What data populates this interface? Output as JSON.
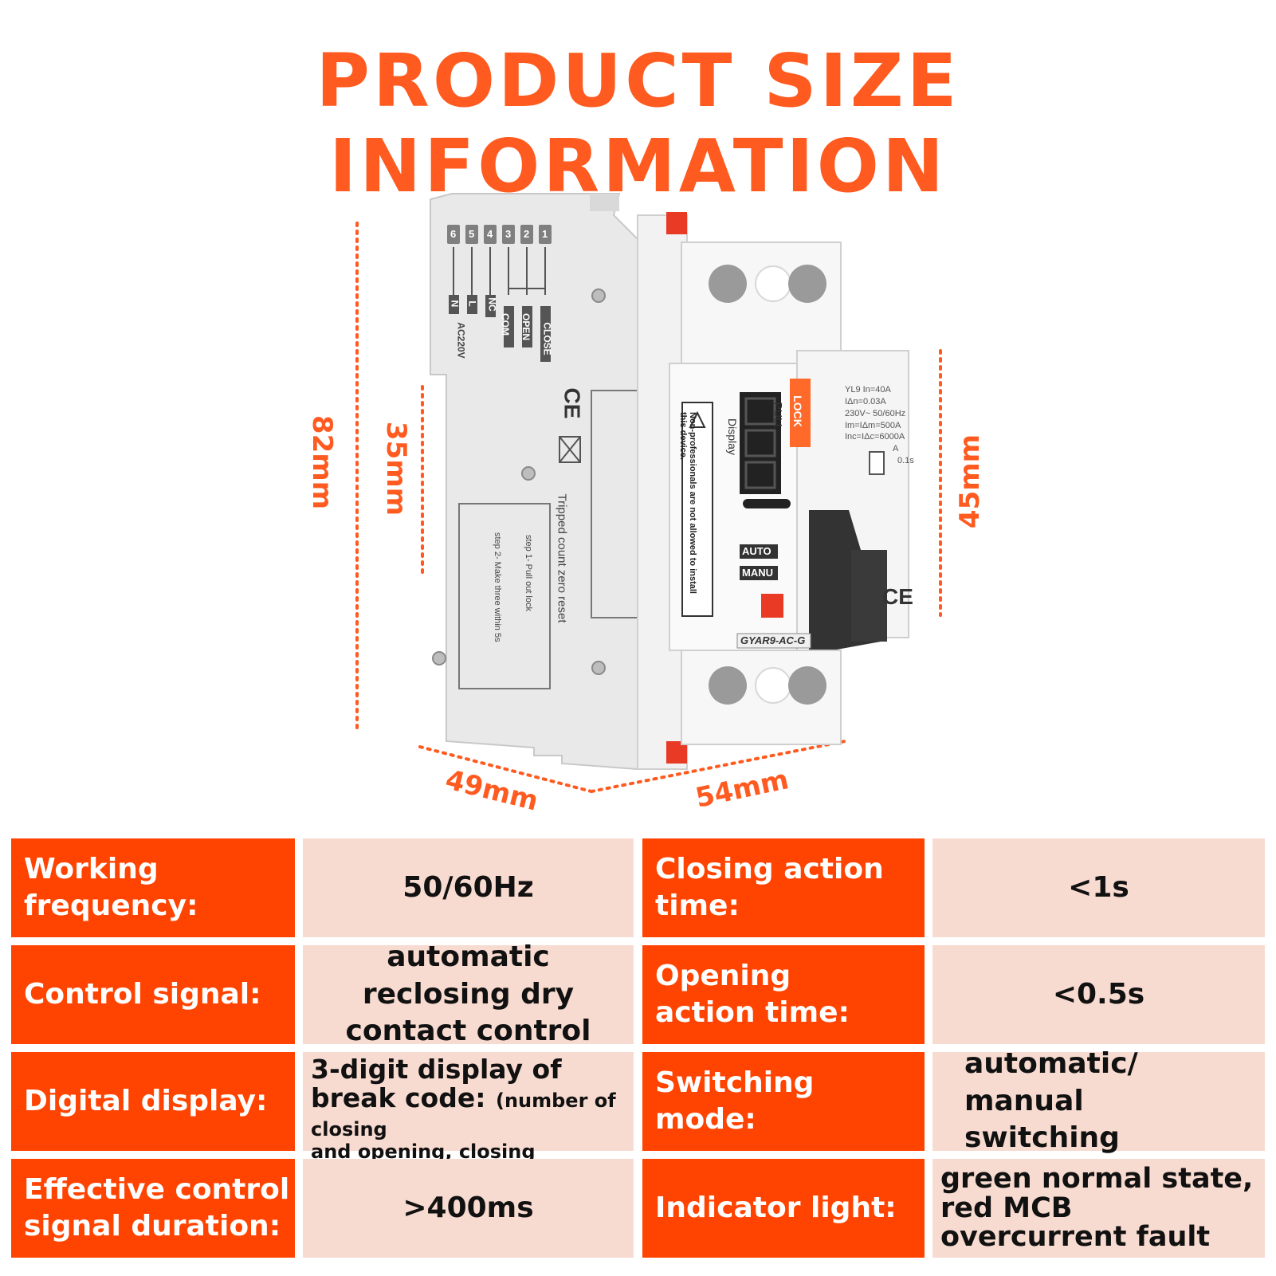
{
  "title": "PRODUCT SIZE INFORMATION",
  "colors": {
    "accent": "#ff5a1f",
    "label_bg": "#ff4300",
    "value_bg": "#f8dbd0"
  },
  "dimensions": {
    "height_total": "82mm",
    "height_body": "35mm",
    "height_front": "45mm",
    "depth": "49mm",
    "width": "54mm"
  },
  "device_markings": {
    "model": "GYAR9-AC-G",
    "lock": "LOCK",
    "pull": "PULL",
    "display": "Display",
    "auto": "AUTO",
    "manu": "MANU",
    "warning": "Non-professionals are not allowed to install this device.",
    "rating_lines": [
      "YL9   In=40A",
      "IΔn=0.03A",
      "230V~ 50/60Hz",
      "Im=IΔm=500A",
      "Inc=IΔc=6000A",
      "A",
      "0.1s"
    ],
    "side_terminals": [
      "1",
      "2",
      "3",
      "4",
      "5",
      "6"
    ],
    "side_labels": [
      "CLOSE",
      "OPEN",
      "COM",
      "NC",
      "L",
      "N",
      "AC220V"
    ],
    "side_reset": "Tripped count zero reset",
    "side_step1": "step 1- Pull out lock",
    "side_step2": "step 2- Make three within 5s",
    "side_ce": "CE",
    "front_ce": "CE"
  },
  "specs": [
    {
      "label": "Working frequency:",
      "value": "50/60Hz",
      "label2": "Closing action time:",
      "value2": "<1s"
    },
    {
      "label": "Control signal:",
      "value": "automatic reclosing dry contact control",
      "label2": "Opening action time:",
      "value2": "<0.5s"
    },
    {
      "label": "Digital display:",
      "value_main": "3-digit display of break code:",
      "value_paren": "(number of closing",
      "value_rest": "and opening, closing recovery countdown time)",
      "label2": "Switching mode:",
      "value2": "automatic/ manual switching"
    },
    {
      "label": "Effective control signal duration:",
      "value": ">400ms",
      "label2": "Indicator light:",
      "value2": "green normal state, red MCB overcurrent fault"
    }
  ]
}
